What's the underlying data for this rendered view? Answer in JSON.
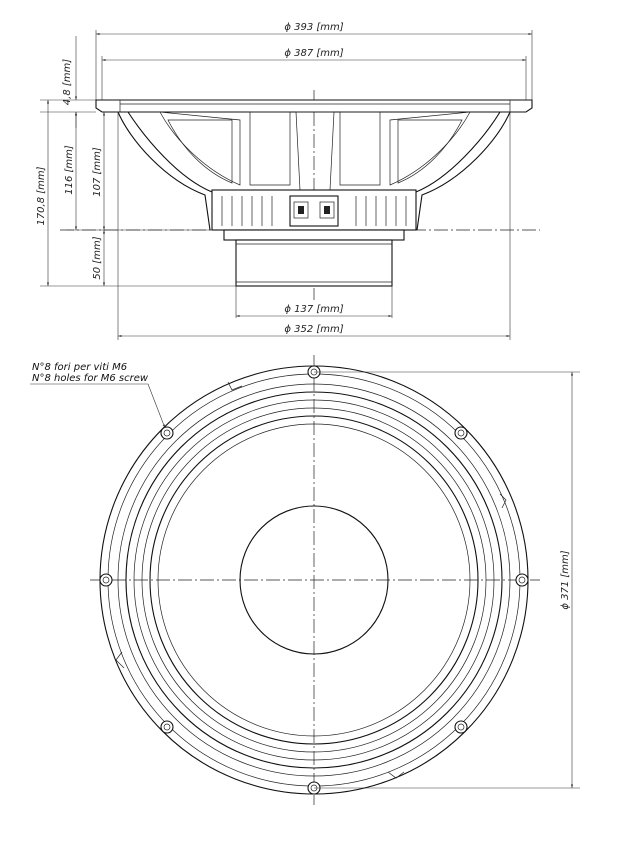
{
  "side_view": {
    "dims": {
      "outer_diameter": "ϕ 393 [mm]",
      "mount_diameter": "ϕ 387 [mm]",
      "magnet_diameter": "ϕ 137 [mm]",
      "baffle_cutout": "ϕ 352 [mm]",
      "flange_thickness": "4,8 [mm]",
      "total_depth": "170,8 [mm]",
      "frame_depth": "116 [mm]",
      "basket_depth": "107 [mm]",
      "magnet_depth": "50 [mm]"
    }
  },
  "front_view": {
    "note_line1": "N°8 fori per viti M6",
    "note_line2": "N°8 holes for M6 screw",
    "bolt_circle": "ϕ 371 [mm]"
  }
}
